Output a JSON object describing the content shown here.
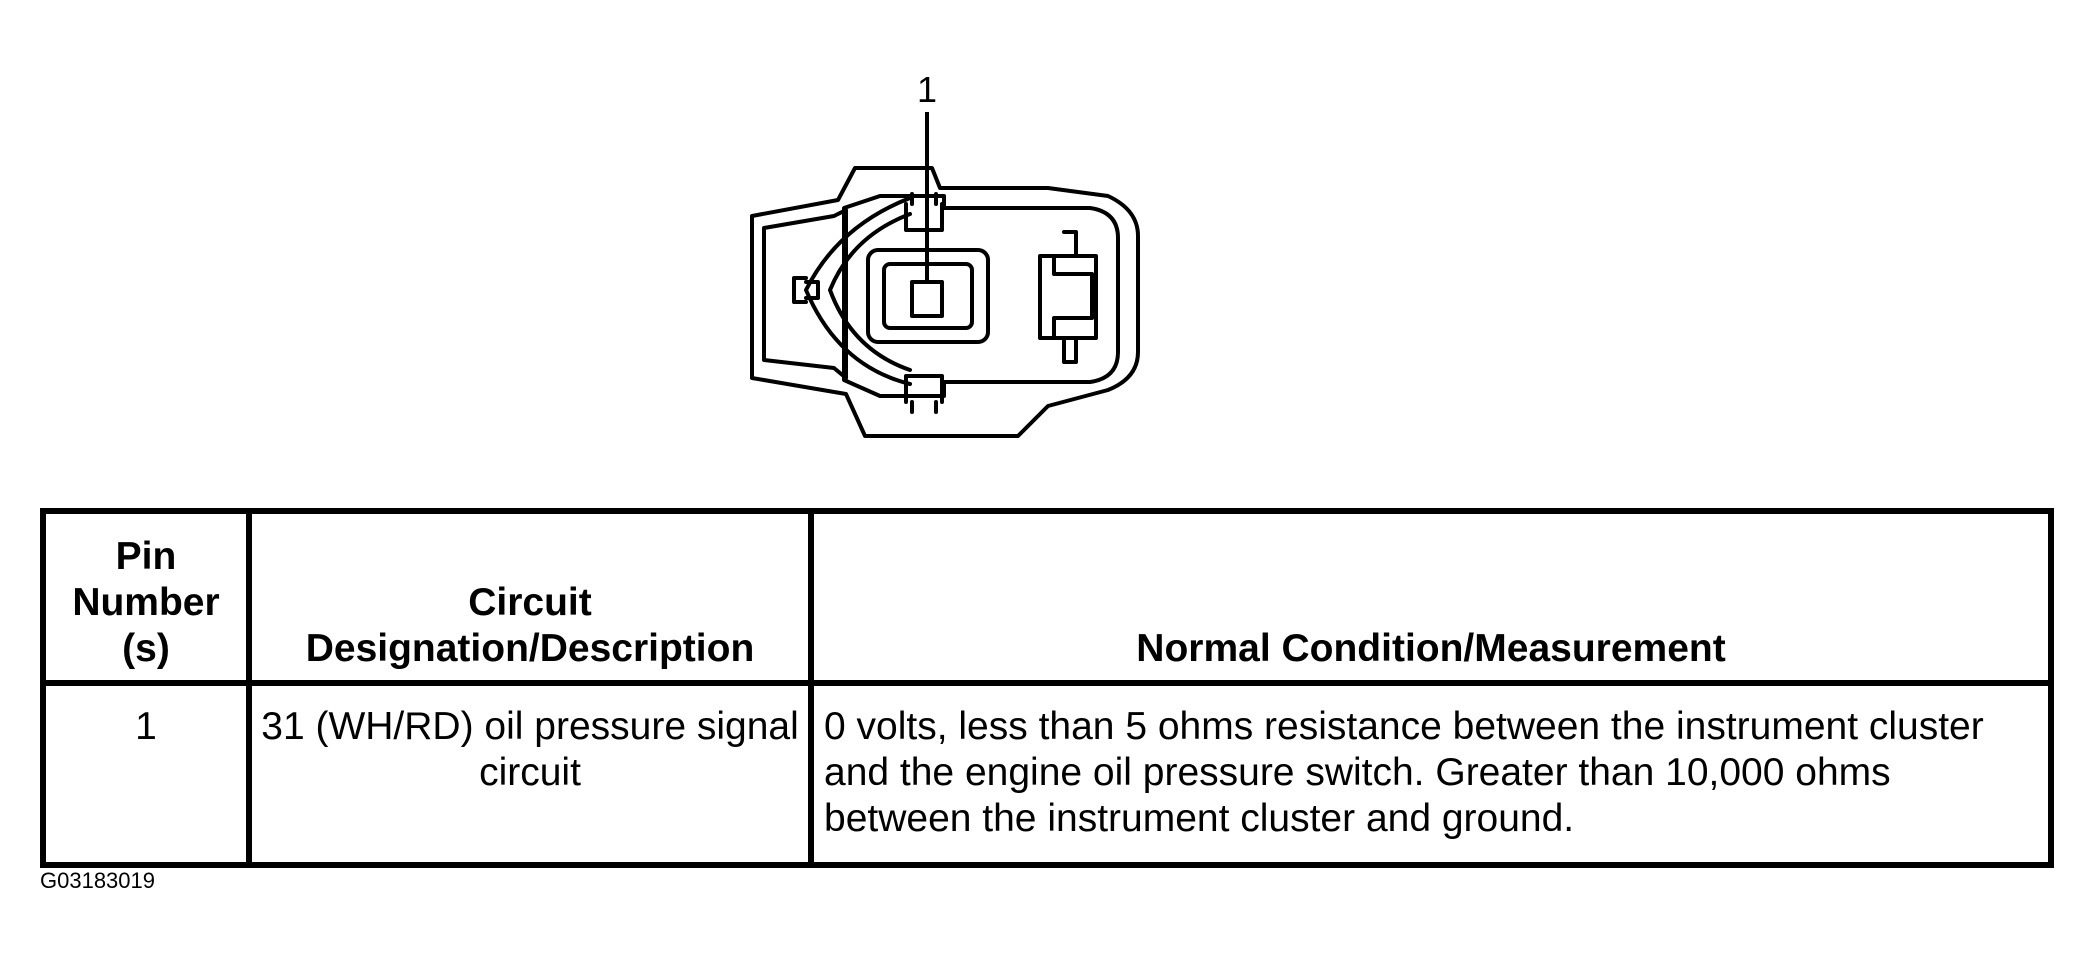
{
  "callout": {
    "label": "1"
  },
  "table": {
    "headers": {
      "pin": "Pin Number (s)",
      "circuit": "Circuit Designation/Description",
      "condition": "Normal Condition/Measurement"
    },
    "rows": [
      {
        "pin": "1",
        "circuit": "31 (WH/RD) oil pressure signal circuit",
        "condition": "0 volts, less than 5 ohms resistance between the instrument cluster and the engine oil pressure switch. Greater than 10,000 ohms between the instrument cluster and ground."
      }
    ]
  },
  "figure_code": "G03183019"
}
